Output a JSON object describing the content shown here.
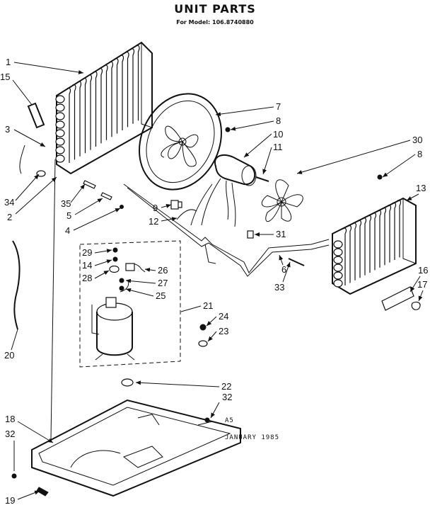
{
  "title": "UNIT PARTS",
  "subtitle": "For Model: 106.8740880",
  "note": {
    "code": "A5",
    "date": "JANUARY 1985"
  },
  "callouts": [
    "1",
    "15",
    "3",
    "34",
    "2",
    "35",
    "5",
    "4",
    "7",
    "8",
    "10",
    "11",
    "30",
    "8",
    "13",
    "9",
    "12",
    "31",
    "29",
    "14",
    "28",
    "26",
    "27",
    "25",
    "21",
    "24",
    "23",
    "6",
    "33",
    "16",
    "17",
    "20",
    "22",
    "32",
    "18",
    "32",
    "19"
  ]
}
